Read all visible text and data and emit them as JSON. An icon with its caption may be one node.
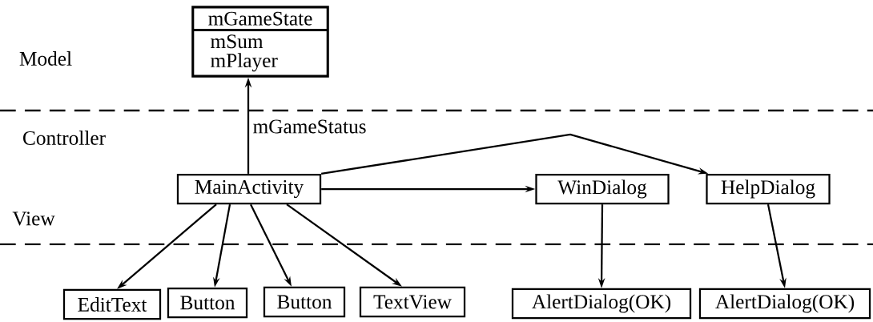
{
  "diagram": {
    "nodes": [
      {
        "text": [
          "mGameState",
          "mSum mPlayer"
        ]
      },
      {
        "text": [
          "MainActivity"
        ]
      },
      {
        "text": [
          "WinDialog"
        ]
      },
      {
        "text": [
          "HelpDialog"
        ]
      },
      {
        "text": [
          "EditText"
        ]
      },
      {
        "text": [
          "Button"
        ]
      },
      {
        "text": [
          "Button"
        ]
      },
      {
        "text": [
          "TextView"
        ]
      },
      {
        "text": [
          "AlertDialog(OK)"
        ]
      },
      {
        "text": [
          "AlertDialog(OK)"
        ]
      }
    ],
    "edges": [
      {
        "from": 1,
        "to": 0,
        "arrow": "to",
        "label": "mGameStatus"
      },
      {
        "from": 1,
        "to": 2,
        "arrow": "to"
      },
      {
        "from": 1,
        "to": 3,
        "arrow": "to"
      },
      {
        "from": 1,
        "to": 4,
        "arrow": "to"
      },
      {
        "from": 1,
        "to": 5,
        "arrow": "to"
      },
      {
        "from": 1,
        "to": 6,
        "arrow": "to"
      },
      {
        "from": 1,
        "to": 7,
        "arrow": "to"
      },
      {
        "from": 2,
        "to": 8,
        "arrow": "to"
      },
      {
        "from": 3,
        "to": 9,
        "arrow": "to"
      }
    ],
    "labels": [
      "Model",
      "Controller",
      "View"
    ]
  }
}
